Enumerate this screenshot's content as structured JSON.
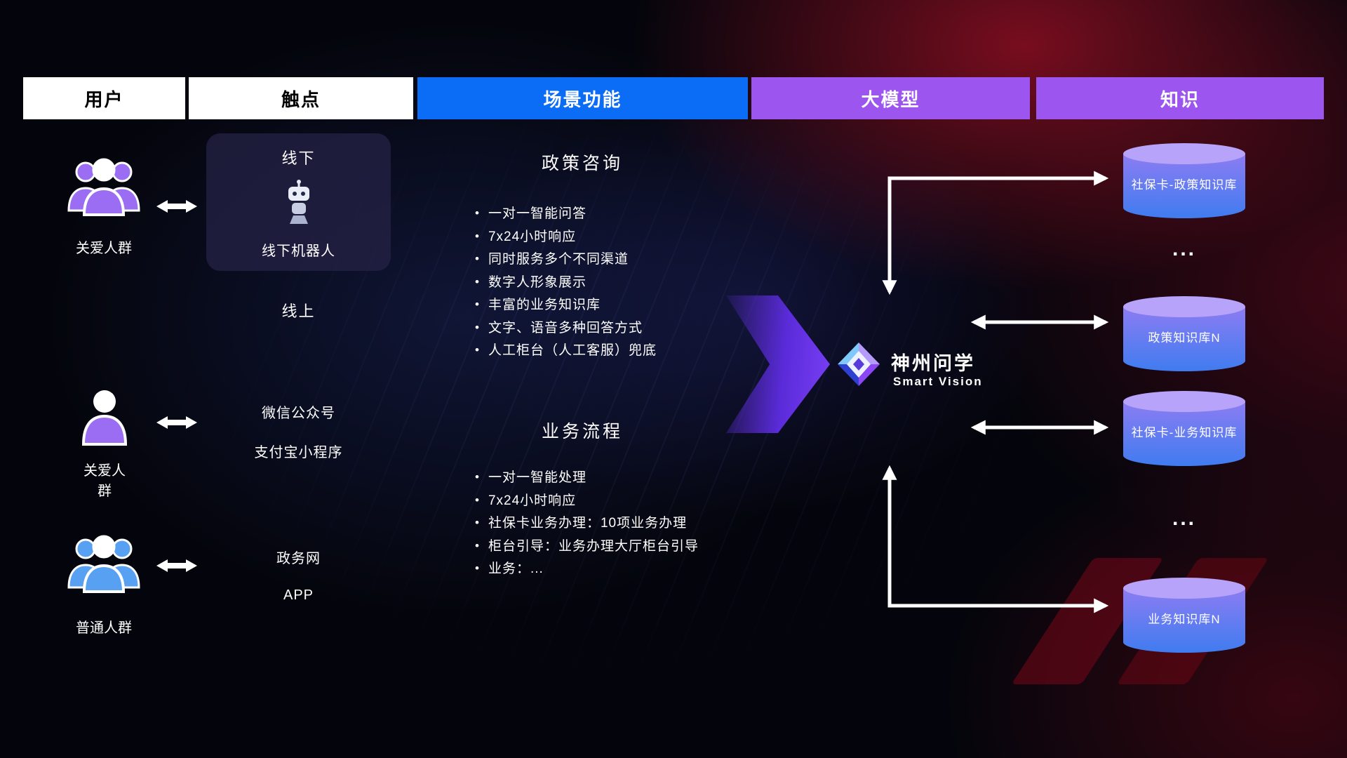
{
  "header": {
    "col_user": "用户",
    "col_touchpoint": "触点",
    "col_scenario": "场景功能",
    "col_model": "大模型",
    "col_knowledge": "知识"
  },
  "users": {
    "group1_label": "关爱人群",
    "group2_label": "关爱人群",
    "group3_label": "普通人群"
  },
  "touchpoints": {
    "offline_title": "线下",
    "offline_robot_label": "线下机器人",
    "online_title": "线上",
    "wechat": "微信公众号",
    "alipay": "支付宝小程序",
    "gov_web": "政务网",
    "app": "APP"
  },
  "scenario": {
    "policy": {
      "title": "政策咨询",
      "bullets": [
        "一对一智能问答",
        "7x24小时响应",
        "同时服务多个不同渠道",
        "数字人形象展示",
        "丰富的业务知识库",
        "文字、语音多种回答方式",
        "人工柜台（人工客服）兜底"
      ]
    },
    "business": {
      "title": "业务流程",
      "bullets": [
        "一对一智能处理",
        "7x24小时响应",
        "社保卡业务办理：10项业务办理",
        "柜台引导：业务办理大厅柜台引导",
        "业务：..."
      ]
    }
  },
  "model": {
    "name": "神州问学",
    "subtitle": "Smart Vision"
  },
  "knowledge": {
    "db1": "社保卡-政策知识库",
    "ellipsis1": "...",
    "db2": "政策知识库N",
    "db3": "社保卡-业务知识库",
    "ellipsis2": "...",
    "db4": "业务知识库N"
  },
  "colors": {
    "scenario_header_bg": "#0b6cf5",
    "model_header_bg": "#9d55f0",
    "knowledge_header_bg": "#9d55f0",
    "user_icon_purple": "#9b6df3",
    "user_icon_blue": "#57a0f2",
    "cylinder_top": "#b7a4fa",
    "cylinder_body_top": "#8d7cf2",
    "cylinder_body_bottom": "#3f7cf0",
    "flow_arrow_purple": "#7a3ff5",
    "background_red_glow": "#d7142d",
    "background_blue_glow": "#1c265f"
  }
}
